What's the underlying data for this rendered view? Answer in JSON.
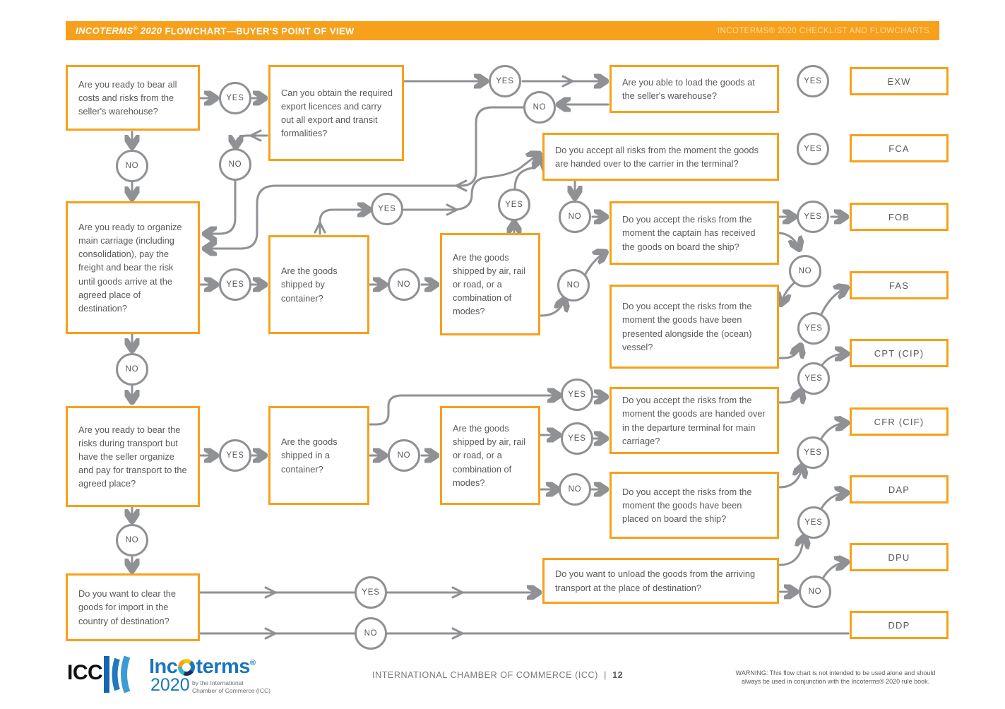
{
  "header": {
    "brand": "INCOTERMS",
    "reg": "®",
    "year": "2020",
    "title_rest": "FLOWCHART—BUYER'S POINT OF VIEW",
    "title_right": "INCOTERMS® 2020 CHECKLIST AND FLOWCHARTS"
  },
  "questions": [
    {
      "text": "Are you ready to bear all costs and risks from the seller's warehouse?"
    },
    {
      "text": "Can you obtain the required export licences and carry out all export and transit formalities?"
    },
    {
      "text": "Are you able to load the goods at the seller's warehouse?"
    },
    {
      "text": "Do you accept all risks from the moment the goods are handed over to the carrier in the terminal?"
    },
    {
      "text": "Are you ready to organize main carriage (including consolidation), pay the freight and bear the risk until goods arrive at the agreed place of destination?"
    },
    {
      "text": "Are the goods shipped by container?"
    },
    {
      "text": "Are the goods shipped by air, rail or road, or a combination of modes?"
    },
    {
      "text": "Do you accept the risks from the moment the captain has received the goods on board the ship?"
    },
    {
      "text": "Do you accept the risks from the moment the goods have been presented alongside the (ocean) vessel?"
    },
    {
      "text": "Are you ready to bear the risks during transport but have the seller organize and pay for transport to the agreed place?"
    },
    {
      "text": "Are the goods shipped in a container?"
    },
    {
      "text": "Are the goods shipped by air, rail or road, or a combination of modes?"
    },
    {
      "text": "Do you accept the risks from the moment the goods are handed over in the departure terminal for main carriage?"
    },
    {
      "text": "Do you accept the risks from the moment the goods have been placed on board the ship?"
    },
    {
      "text": "Do you want to clear the goods for import in the country of destination?"
    },
    {
      "text": "Do you want to unload the goods from the arriving transport at the place of destination?"
    }
  ],
  "results": [
    "EXW",
    "FCA",
    "FOB",
    "FAS",
    "CPT (CIP)",
    "CFR (CIF)",
    "DAP",
    "DPU",
    "DDP"
  ],
  "circles": [
    {
      "label": "YES"
    },
    {
      "label": "NO"
    },
    {
      "label": "NO"
    },
    {
      "label": "YES"
    },
    {
      "label": "NO"
    },
    {
      "label": "YES"
    },
    {
      "label": "YES"
    },
    {
      "label": "NO"
    },
    {
      "label": "YES"
    },
    {
      "label": "NO"
    },
    {
      "label": "YES"
    },
    {
      "label": "YES"
    },
    {
      "label": "YES"
    },
    {
      "label": "YES"
    },
    {
      "label": "YES"
    },
    {
      "label": "NO"
    },
    {
      "label": "NO"
    },
    {
      "label": "NO"
    },
    {
      "label": "YES"
    },
    {
      "label": "NO"
    },
    {
      "label": "YES"
    },
    {
      "label": "YES"
    },
    {
      "label": "NO"
    },
    {
      "label": "YES"
    },
    {
      "label": "YES"
    },
    {
      "label": "NO"
    },
    {
      "label": "NO"
    },
    {
      "label": "YES"
    },
    {
      "label": "NO"
    }
  ],
  "footer": {
    "icc_logo_text": "ICC",
    "incoterms_word_a": "Inc",
    "incoterms_word_b": "terms",
    "incoterms_reg": "®",
    "incoterms_year": "2020",
    "tagline_line1": "by the International",
    "tagline_line2": "Chamber of Commerce (ICC)",
    "center_text": "INTERNATIONAL CHAMBER OF COMMERCE (ICC)",
    "separator": "|",
    "page_number": "12",
    "warning_line1": "WARNING: This flow chart is not intended to be used alone and should",
    "warning_line2": "always be used in conjunction with the Incoterms® 2020 rule book."
  },
  "colors": {
    "accent_orange": "#F7A01B",
    "line_gray": "#8F9194",
    "text_gray": "#58595B",
    "logo_blue": "#1C75BC"
  }
}
